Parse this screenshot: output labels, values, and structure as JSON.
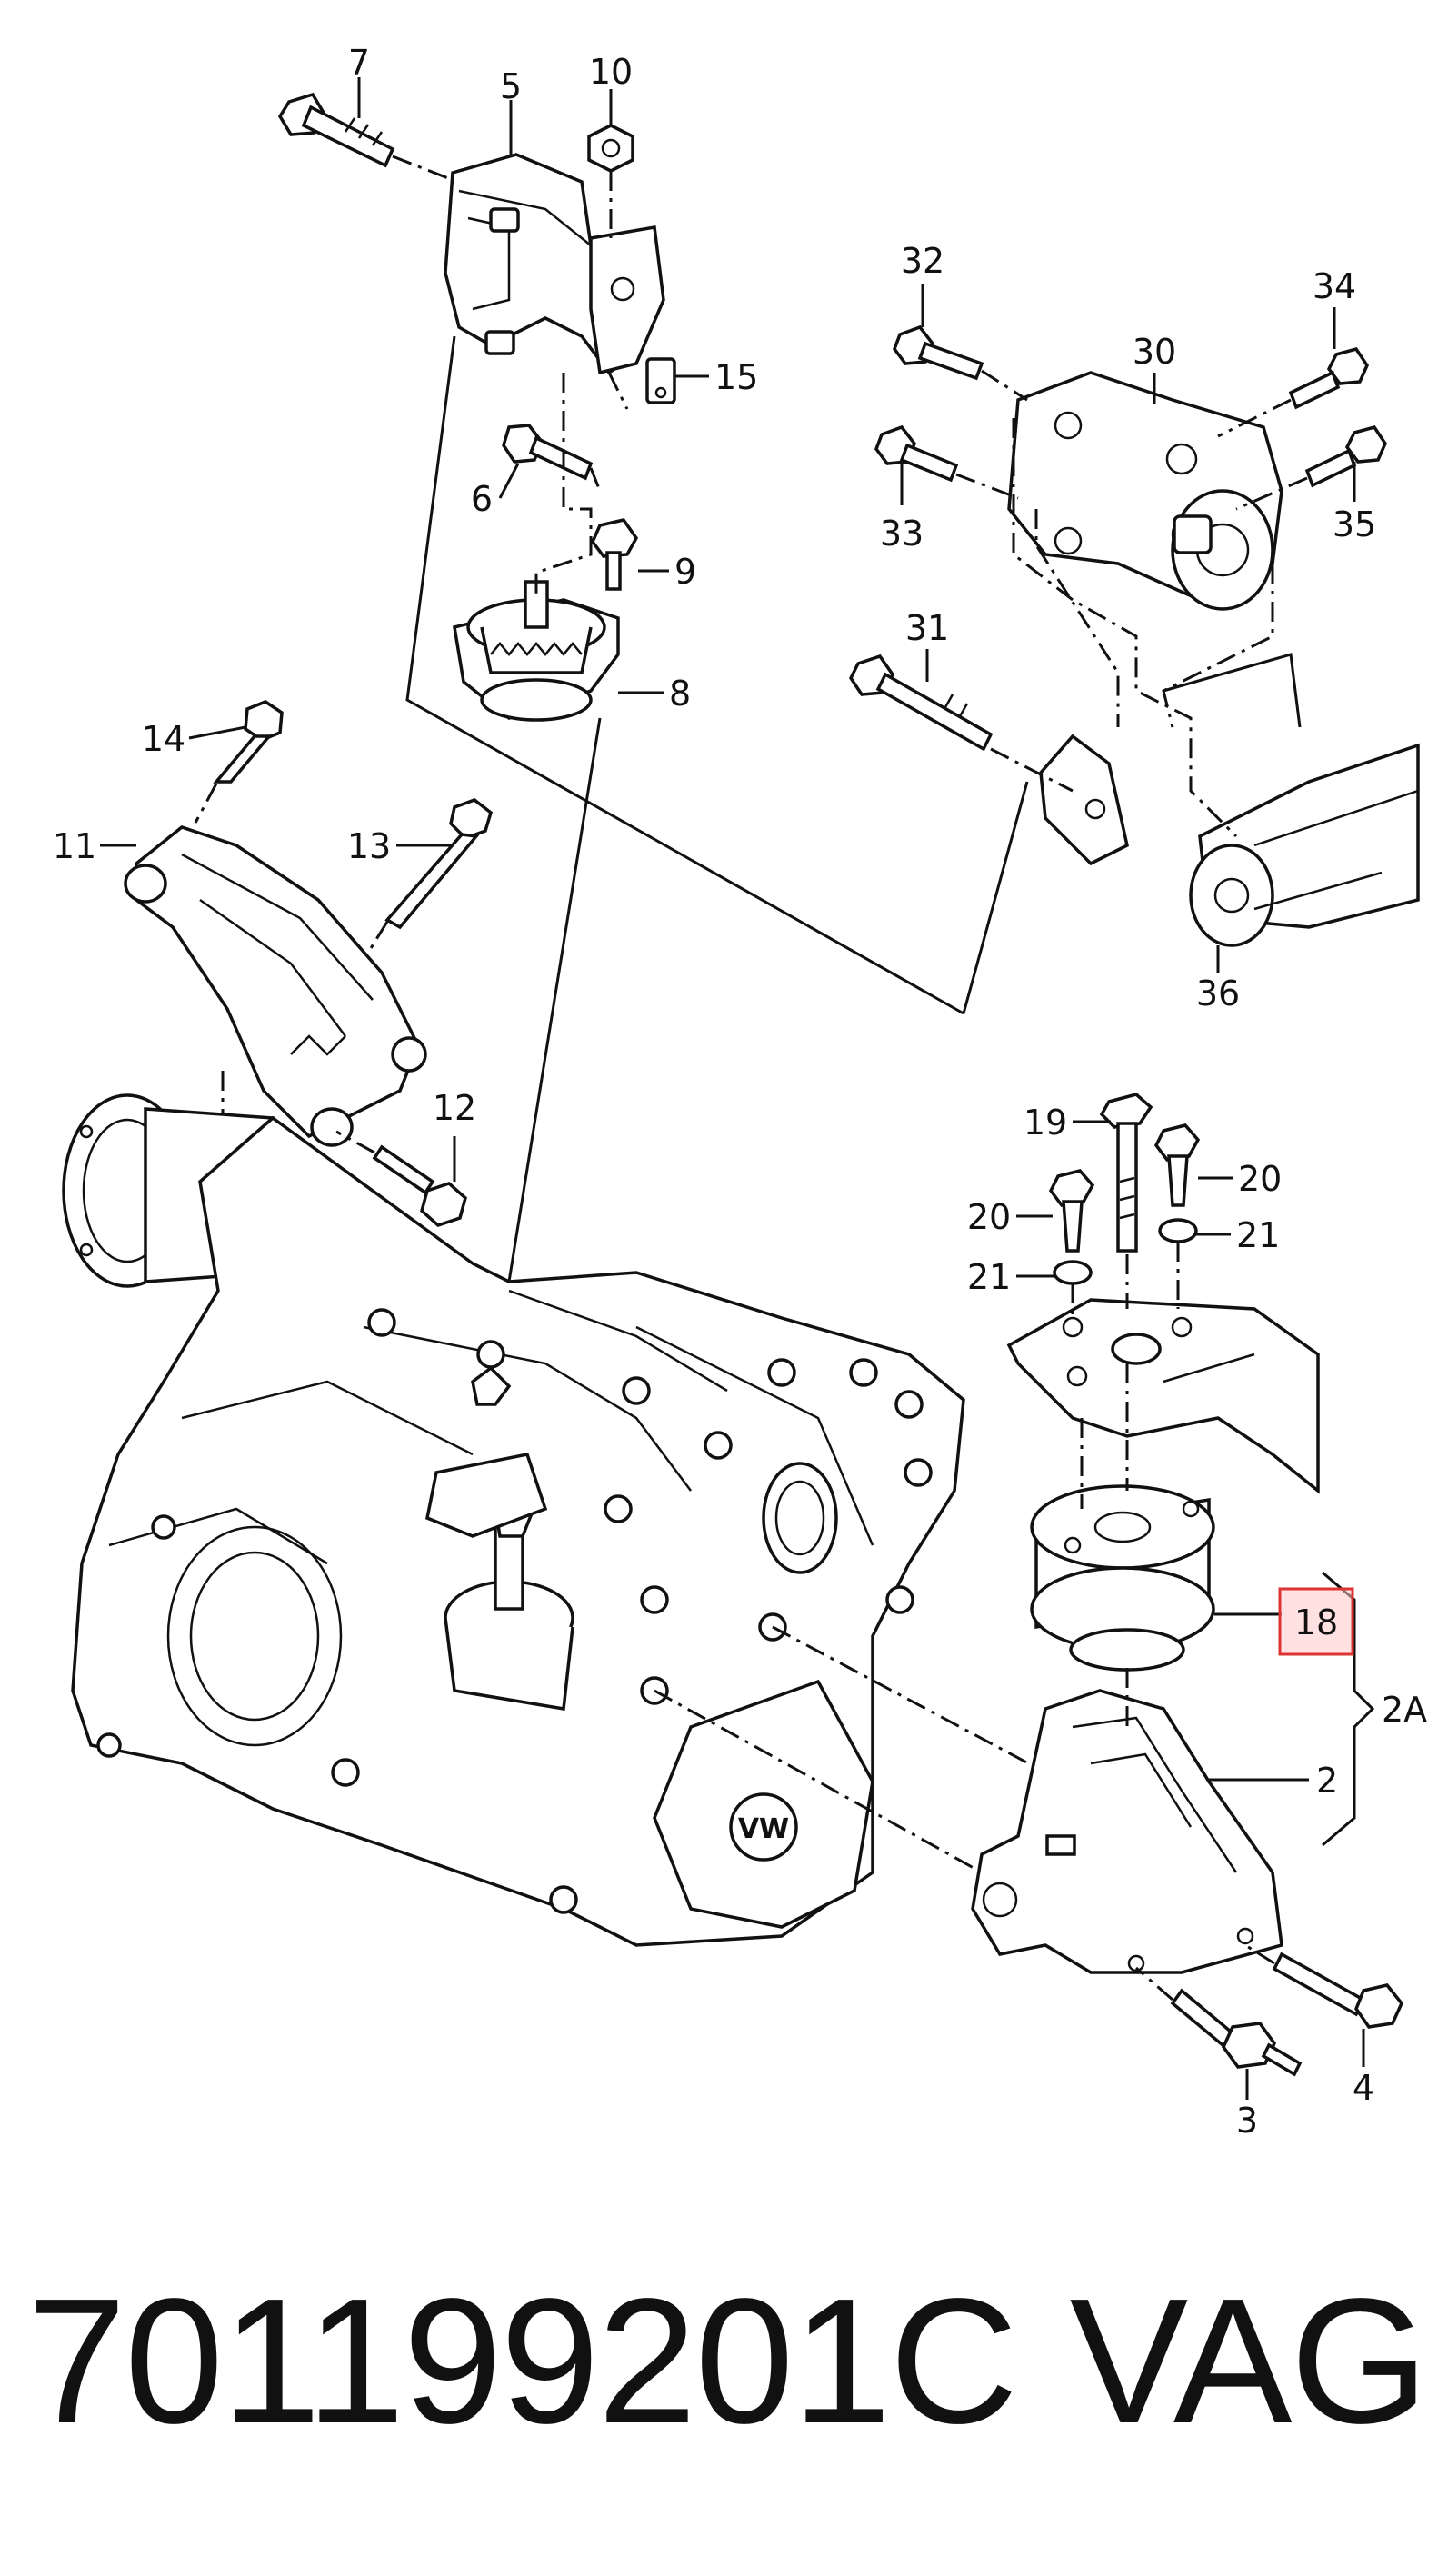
{
  "labels": {
    "l7": "7",
    "l5": "5",
    "l10": "10",
    "l15": "15",
    "l6": "6",
    "l9": "9",
    "l8": "8",
    "l32": "32",
    "l34": "34",
    "l30": "30",
    "l33": "33",
    "l35": "35",
    "l31": "31",
    "l36": "36",
    "l14": "14",
    "l11": "11",
    "l13": "13",
    "l12": "12",
    "l19": "19",
    "l20a": "20",
    "l20b": "20",
    "l21a": "21",
    "l21b": "21",
    "l18": "18",
    "l2A": "2A",
    "l2": "2",
    "l3": "3",
    "l4": "4"
  },
  "highlight": {
    "label": "18",
    "color": "#d33333"
  },
  "caption": {
    "part_number": "701199201C",
    "brand": "VAG"
  }
}
